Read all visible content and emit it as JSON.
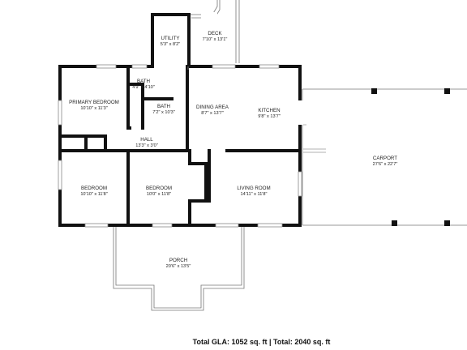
{
  "rooms": {
    "utility": {
      "name": "UTILITY",
      "dims": "5'3\" x 8'2\""
    },
    "deck": {
      "name": "DECK",
      "dims": "7'10\" x 13'1\""
    },
    "bath_small": {
      "name": "BATH",
      "dims": "4'9\" x 4'10\""
    },
    "primary": {
      "name": "PRIMARY BEDROOM",
      "dims": "10'10\" x 11'3\""
    },
    "bath": {
      "name": "BATH",
      "dims": "7'2\" x 10'3\""
    },
    "dining": {
      "name": "DINING AREA",
      "dims": "8'7\" x 13'7\""
    },
    "kitchen": {
      "name": "KITCHEN",
      "dims": "9'8\" x 13'7\""
    },
    "hall": {
      "name": "HALL",
      "dims": "13'3\" x 3'0\""
    },
    "carport": {
      "name": "CARPORT",
      "dims": "27'6\" x 22'7\""
    },
    "bedroom1": {
      "name": "BEDROOM",
      "dims": "10'10\" x 11'8\""
    },
    "bedroom2": {
      "name": "BEDROOM",
      "dims": "10'0\" x 11'8\""
    },
    "living": {
      "name": "LIVING ROOM",
      "dims": "14'11\" x 11'8\""
    },
    "porch": {
      "name": "PORCH",
      "dims": "20'6\" x 13'5\""
    }
  },
  "footer": {
    "text": "Total GLA: 1052 sq. ft | Total: 2040 sq. ft"
  }
}
